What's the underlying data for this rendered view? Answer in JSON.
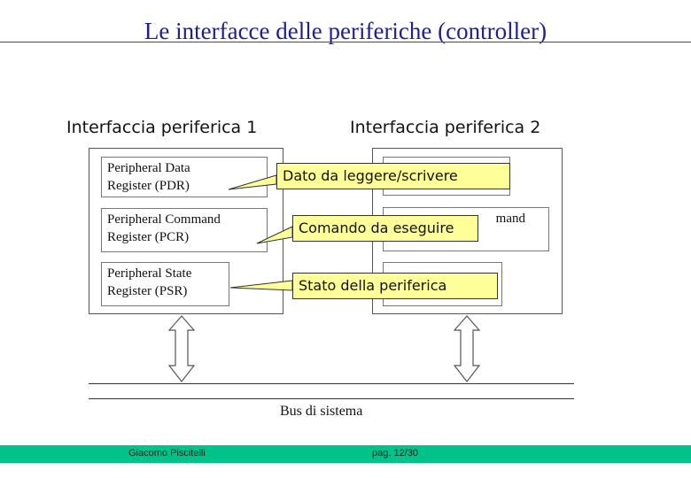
{
  "title": "Le interfacce delle periferiche (controller)",
  "interface1": {
    "heading": "Interfaccia periferica 1",
    "registers": [
      {
        "line1": "Peripheral Data",
        "line2": "Register (PDR)"
      },
      {
        "line1": "Peripheral Command",
        "line2": "Register (PCR)"
      },
      {
        "line1": "Peripheral State",
        "line2": "Register (PSR)"
      }
    ]
  },
  "interface2": {
    "heading": "Interfaccia periferica 2",
    "partial_text": [
      "mand"
    ]
  },
  "callouts": {
    "data": "Dato da leggere/scrivere",
    "command": "Comando da eseguire",
    "state": "Stato della periferica"
  },
  "bus": {
    "label": "Bus di sistema"
  },
  "footer": {
    "author": "Giacomo Piscitelli",
    "page": "pag. 12/30"
  },
  "colors": {
    "title": "#1f1f8f",
    "rule": "#c8102e",
    "callout": "#ffff9a",
    "footer": "#00c389"
  }
}
